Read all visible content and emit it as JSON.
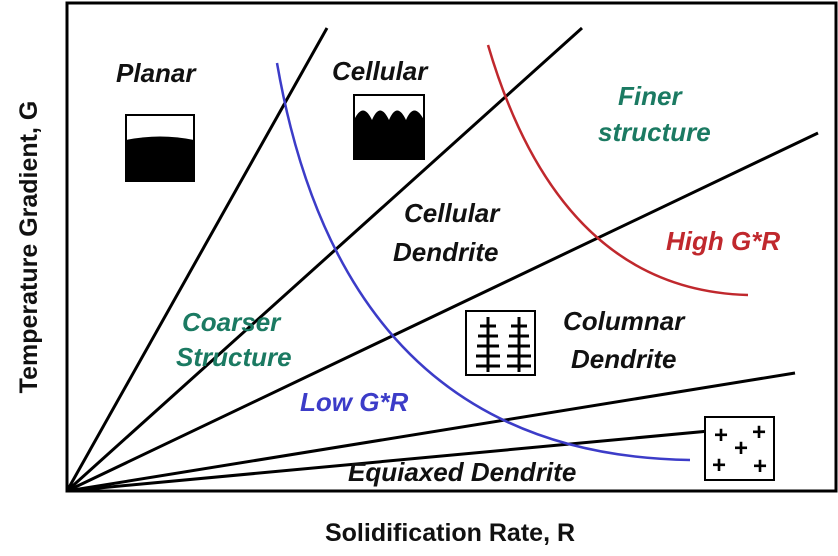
{
  "axes": {
    "x_label": "Solidification Rate, R",
    "y_label": "Temperature Gradient, G"
  },
  "regions": {
    "planar": "Planar",
    "cellular": "Cellular",
    "cellular_dendrite_1": "Cellular",
    "cellular_dendrite_2": "Dendrite",
    "columnar_dendrite_1": "Columnar",
    "columnar_dendrite_2": "Dendrite",
    "equiaxed_dendrite": "Equiaxed Dendrite"
  },
  "annotations": {
    "finer_1": "Finer",
    "finer_2": "structure",
    "coarser_1": "Coarser",
    "coarser_2": "Structure",
    "high_gr": "High G*R",
    "low_gr": "Low G*R"
  },
  "colors": {
    "boundary_lines": "#000000",
    "high_gr_curve": "#c0282d",
    "low_gr_curve": "#3c3cc8",
    "structure_text": "#1b7a62",
    "text": "#111111"
  },
  "icons": [
    "planar-front-icon",
    "cellular-front-icon",
    "columnar-dendrite-icon",
    "equiaxed-dendrite-icon"
  ]
}
